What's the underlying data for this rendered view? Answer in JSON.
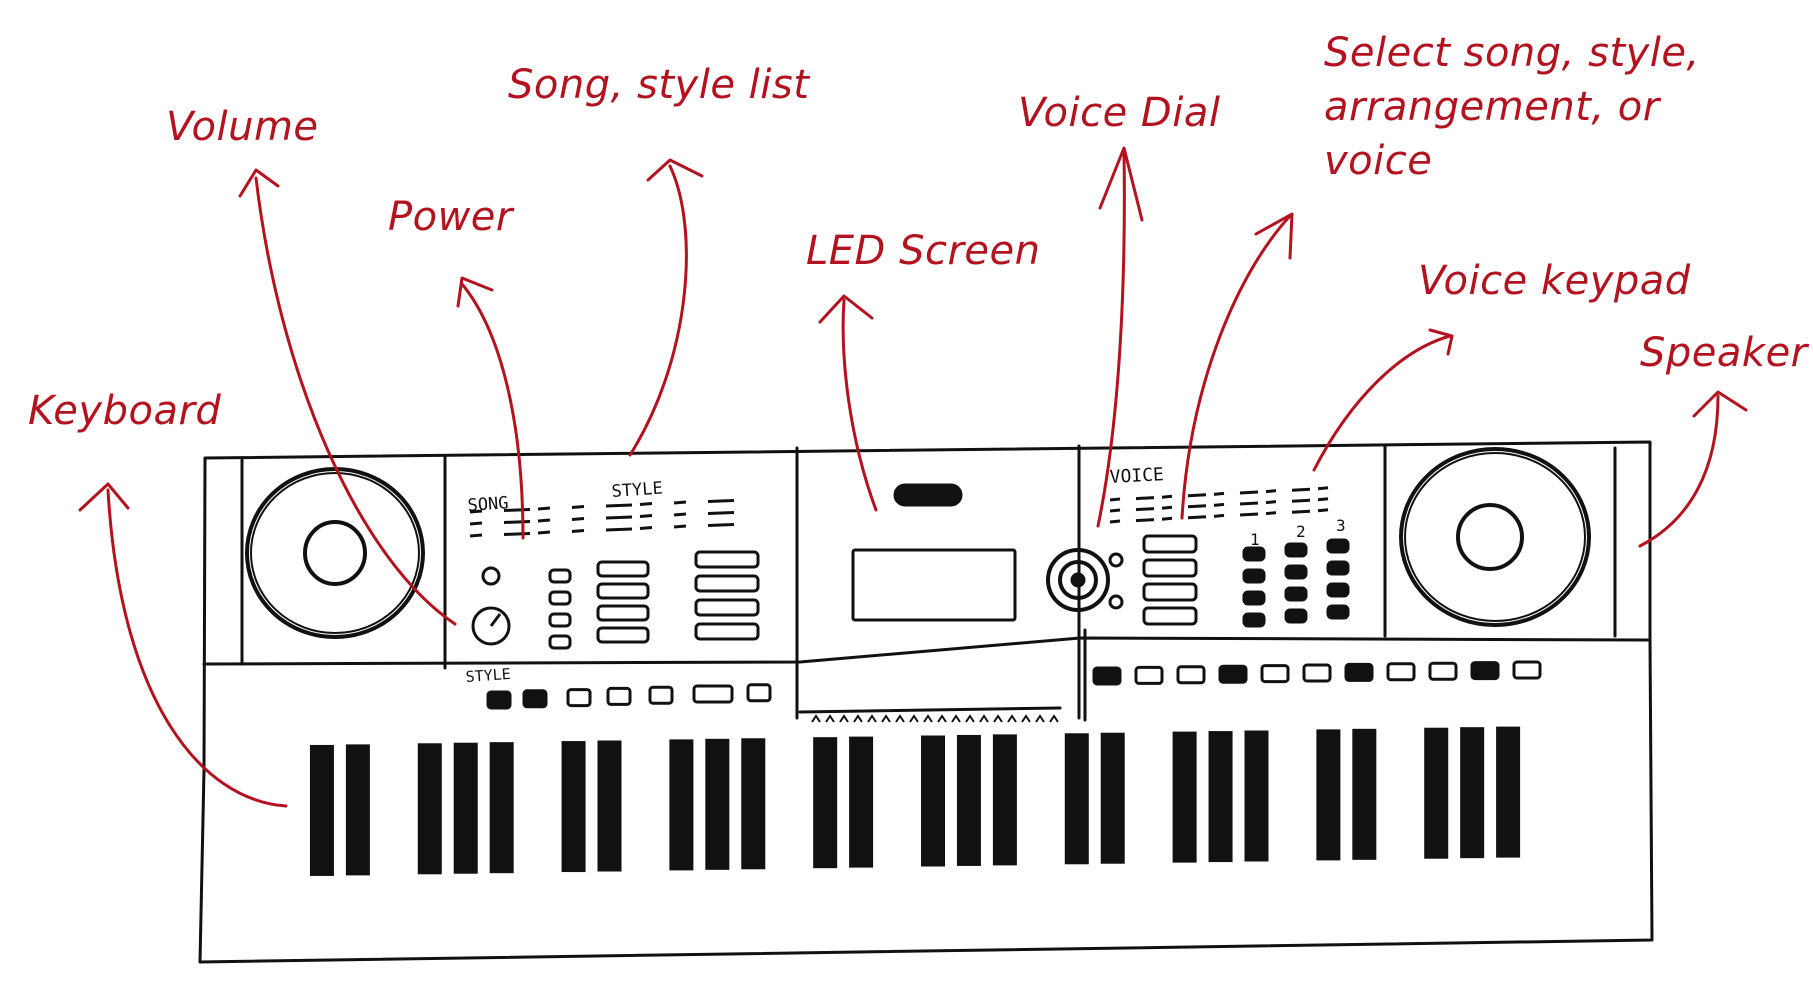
{
  "labels": {
    "keyboard": "Keyboard",
    "volume": "Volume",
    "power": "Power",
    "song_style_list": "Song, style list",
    "led_screen": "LED Screen",
    "voice_dial": "Voice Dial",
    "select_lines": [
      "Select song, style,",
      "arrangement, or",
      "voice"
    ],
    "voice_keypad": "Voice keypad",
    "speaker": "Speaker"
  },
  "panel_text": {
    "song": "SONG",
    "style": "STYLE",
    "style_bottom": "STYLE",
    "voice": "VOICE",
    "keypad_numbers": [
      "1",
      "2",
      "3"
    ]
  },
  "colors": {
    "annotation": "#b3121f",
    "ink": "#111111",
    "background": "#ffffff"
  }
}
